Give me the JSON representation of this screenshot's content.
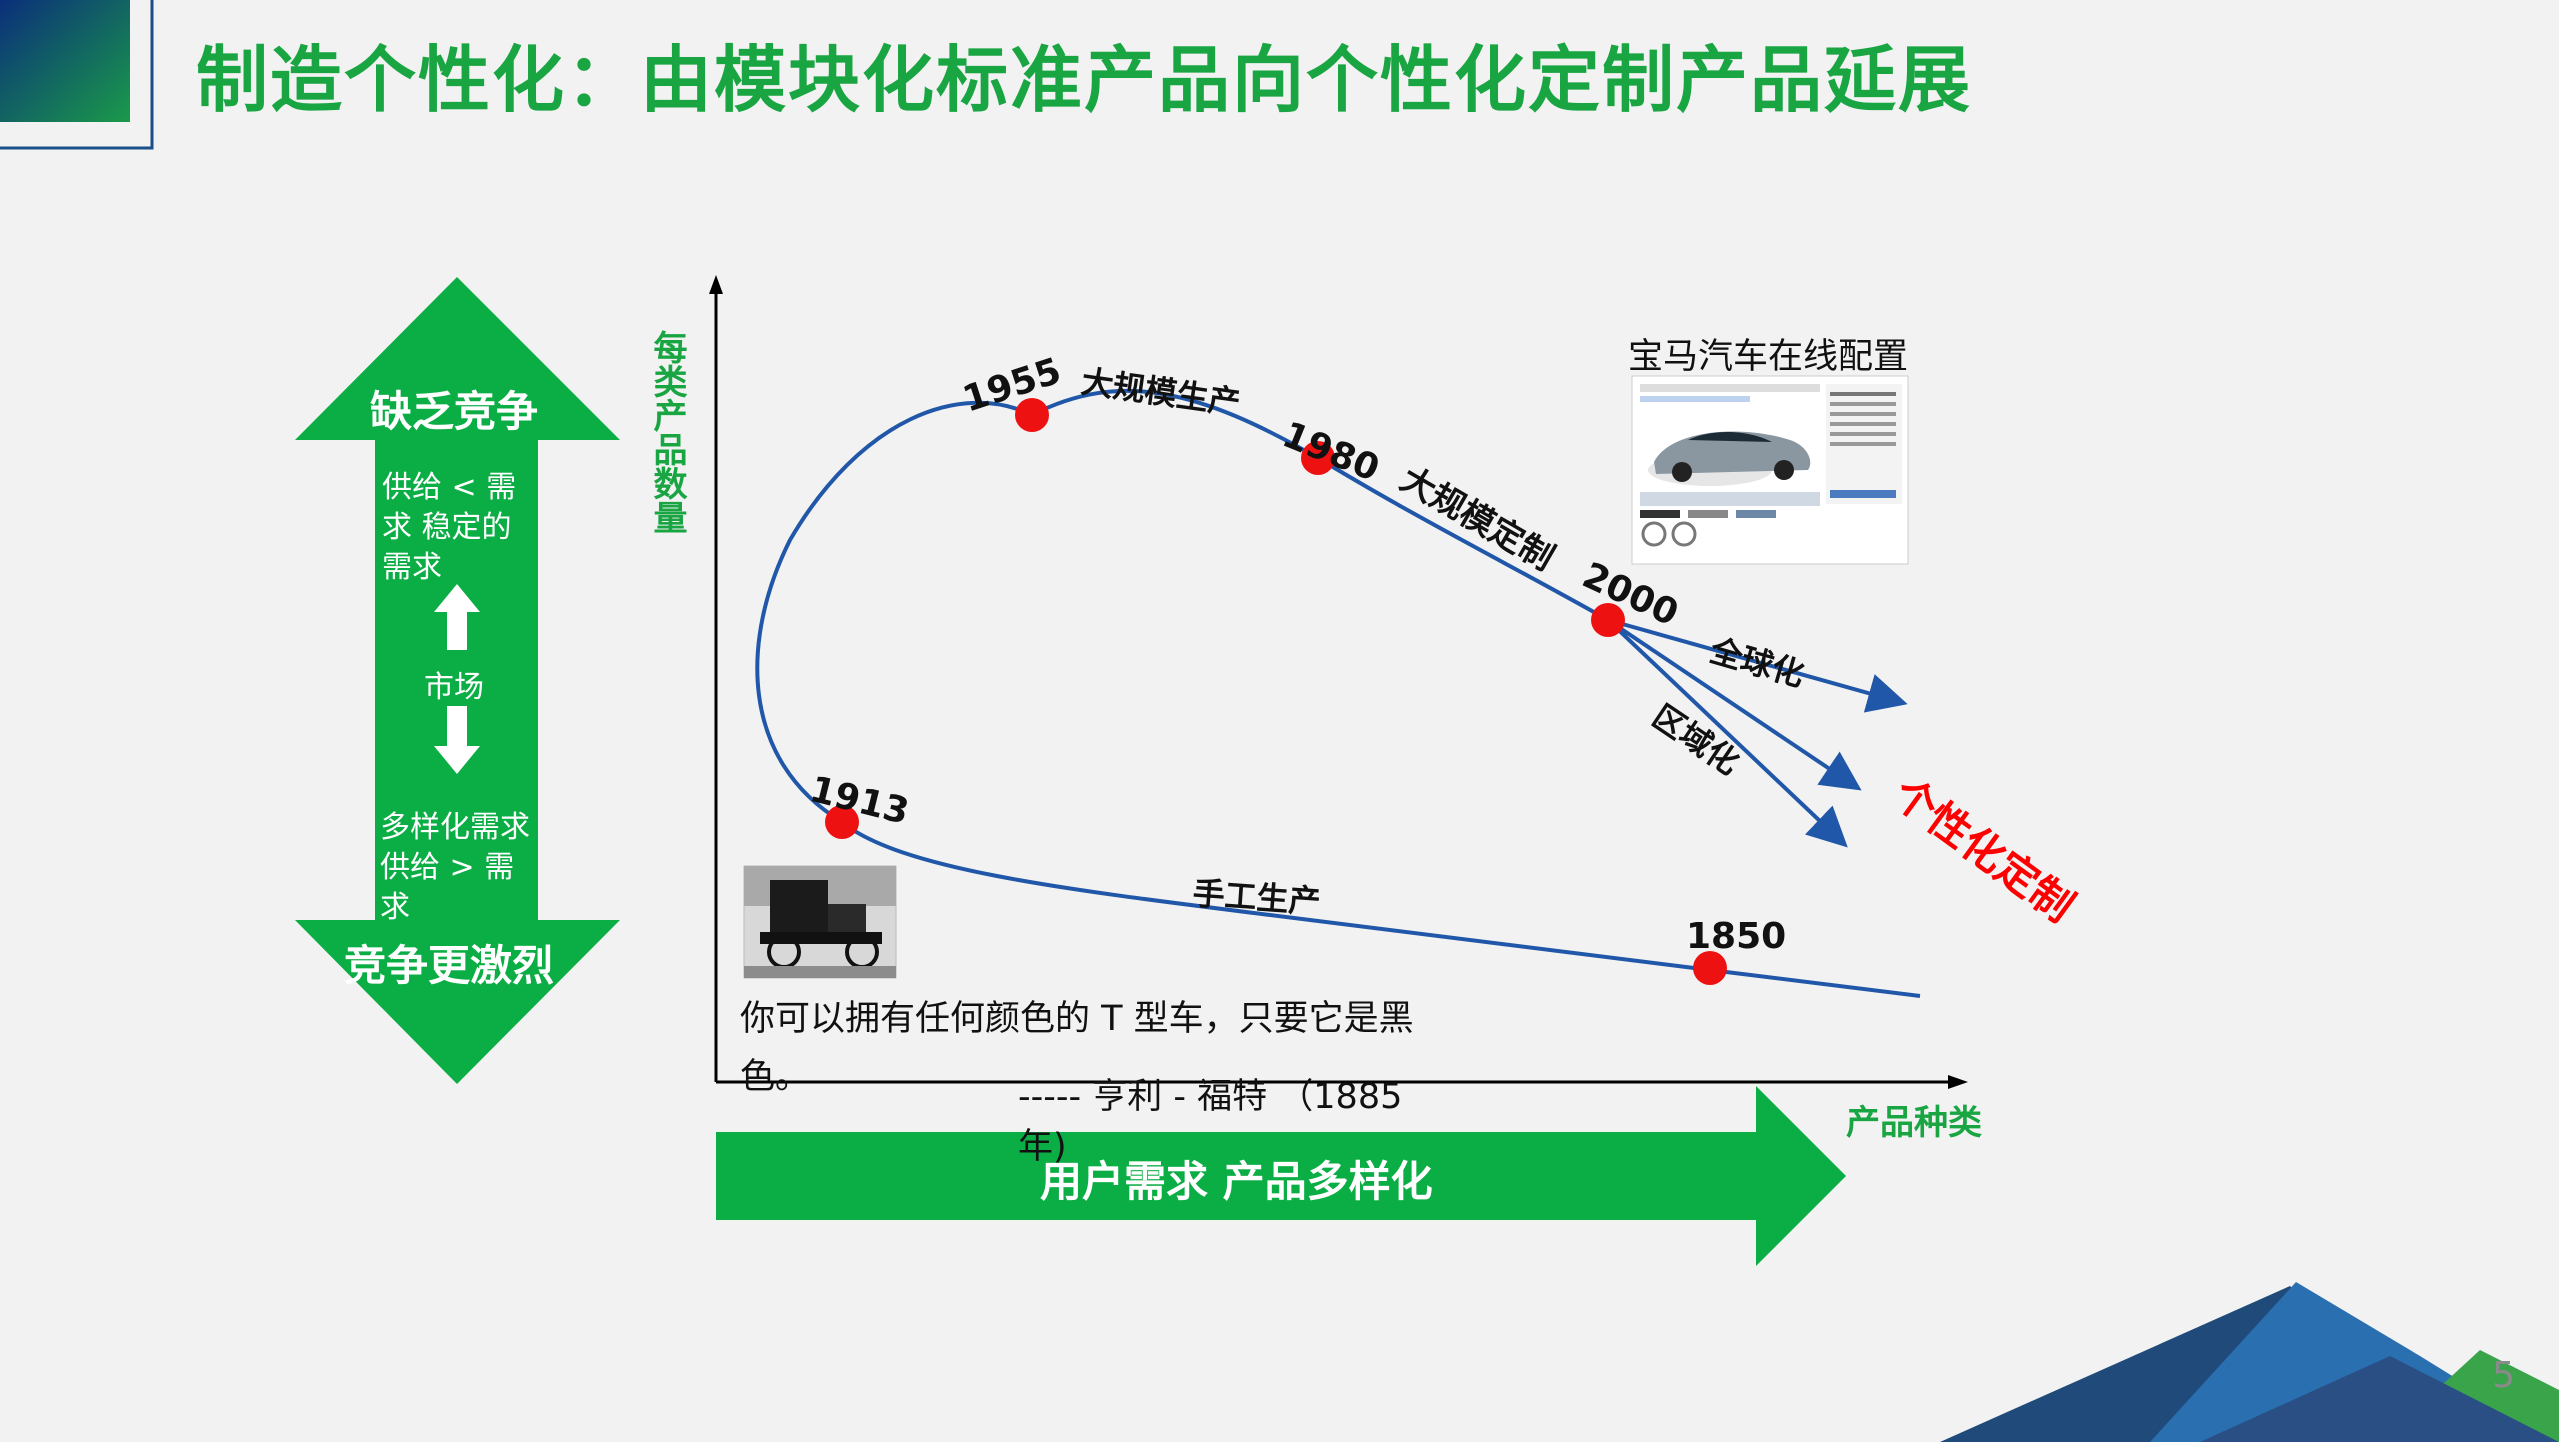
{
  "slide": {
    "title": "制造个性化：由模块化标准产品向个性化定制产品延展",
    "page_number": "5"
  },
  "left_arrow": {
    "top_label": "缺乏竞争",
    "supply_less_demand": "供给 < 需求 稳定的需求",
    "market_label": "市场",
    "diverse_demand": "多样化需求 供给 > 需求",
    "bottom_label": "竞争更激烈"
  },
  "chart": {
    "y_axis_label": "每类产品数量",
    "x_axis_label": "产品种类",
    "bottom_arrow_label": "用户需求  产品多样化",
    "year_labels": {
      "y1850": "1850",
      "y1913": "1913",
      "y1955": "1955",
      "y1980": "1980",
      "y2000": "2000"
    },
    "segment_labels": {
      "handcraft": "手工生产",
      "mass_production": "大规模生产",
      "mass_customization": "大规模定制",
      "globalization": "全球化",
      "regionalization": "区域化",
      "personalization": "个性化定制"
    },
    "colors": {
      "curve": "#2157a8",
      "point": "#ee1111",
      "green": "#0bad45",
      "highlight": "#ff0000"
    }
  },
  "quote": {
    "text": "你可以拥有任何颜色的 T 型车，只要它是黑色。",
    "author": "----- 亨利 - 福特 （1885 年)"
  },
  "bmw": {
    "caption": "宝马汽车在线配置"
  }
}
